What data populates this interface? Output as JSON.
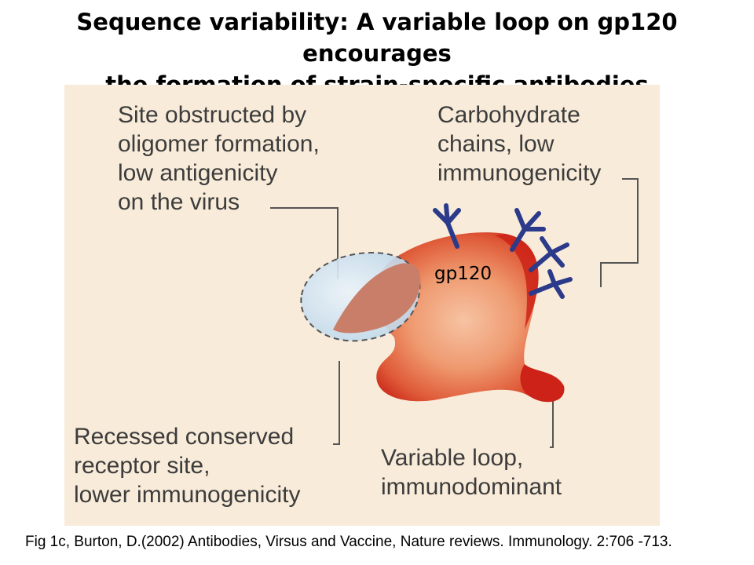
{
  "title": {
    "line1": "Sequence variability: A variable loop on gp120 encourages",
    "line2": "the formation of strain-specific antibodies"
  },
  "figure": {
    "callouts": {
      "obstructed": [
        "Site obstructed by",
        "oligomer formation,",
        "low antigenicity",
        "on the virus"
      ],
      "carbohydrate": [
        "Carbohydrate",
        "chains, low",
        "immunogenicity"
      ],
      "recessed": [
        "Recessed conserved",
        "receptor site,",
        "lower immunogenicity"
      ],
      "variable": [
        "Variable loop,",
        "immunodominant"
      ]
    },
    "protein_label": "gp120",
    "colors": {
      "background": "#f8ebd9",
      "protein_light": "#f0a077",
      "protein_dark": "#cc2218",
      "oligomer_site": "#cfe2f0",
      "carbohydrate": "#2b3a8a",
      "leader_line": "#555555",
      "callout_text": "#3c3c3c"
    }
  },
  "citation": "Fig 1c, Burton, D.(2002) Antibodies, Virsus and Vaccine, Nature reviews. Immunology. 2:706 -713."
}
